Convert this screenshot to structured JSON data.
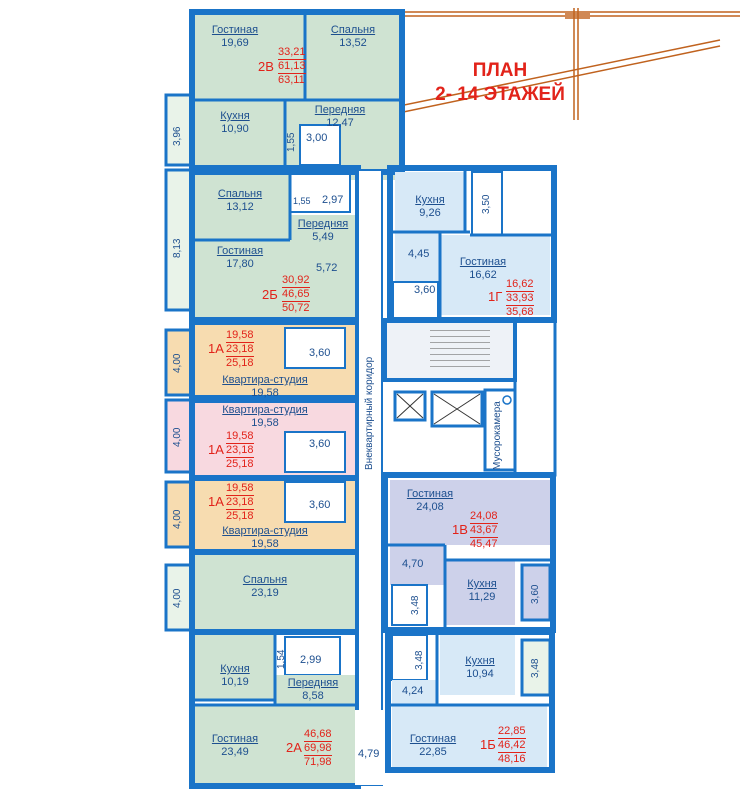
{
  "title": {
    "line1": "ПЛАН",
    "line2": "2- 14 ЭТАЖЕЙ"
  },
  "colors": {
    "wall": "#1a74c8",
    "green_room": "#cfe3d2",
    "beige_room": "#f7dcb0",
    "pink_room": "#f8d9e0",
    "lavender_room": "#cdd1ea",
    "lightblue_room": "#d7e9f7",
    "balcony": "#e9f3e9",
    "corridor": "#ffffff",
    "stair": "#eef2f7",
    "accent_red": "#e2231a",
    "label_blue": "#1d4f8f",
    "hatch": "#c0621e"
  },
  "rooms": {
    "gostinaya_2v": {
      "name": "Гостиная",
      "area": "19,69"
    },
    "spalnya_2v": {
      "name": "Спальня",
      "area": "13,52"
    },
    "kuhnya_2v": {
      "name": "Кухня",
      "area": "10,90"
    },
    "perednyaya_2v": {
      "name": "Передняя",
      "area": "12,47"
    },
    "spalnya_2b": {
      "name": "Спальня",
      "area": "13,12"
    },
    "perednyaya_2b": {
      "name": "Передняя",
      "area": "5,49"
    },
    "gostinaya_2b": {
      "name": "Гостиная",
      "area": "17,80"
    },
    "kuhnya_1g": {
      "name": "Кухня",
      "area": "9,26"
    },
    "gostinaya_1g": {
      "name": "Гостиная",
      "area": "16,62"
    },
    "studio_1": {
      "name": "Квартира-студия",
      "area": "19,58"
    },
    "studio_2": {
      "name": "Квартира-студия",
      "area": "19,58"
    },
    "studio_3": {
      "name": "Квартира-студия",
      "area": "19,58"
    },
    "gostinaya_1v": {
      "name": "Гостиная",
      "area": "24,08"
    },
    "kuhnya_1v": {
      "name": "Кухня",
      "area": "11,29"
    },
    "spalnya_big": {
      "name": "Спальня",
      "area": "23,19"
    },
    "kuhnya_2a": {
      "name": "Кухня",
      "area": "10,19"
    },
    "perednyaya_2a": {
      "name": "Передняя",
      "area": "8,58"
    },
    "gostinaya_2a": {
      "name": "Гостиная",
      "area": "23,49"
    },
    "kuhnya_1b": {
      "name": "Кухня",
      "area": "10,94"
    },
    "gostinaya_1b": {
      "name": "Гостиная",
      "area": "22,85"
    }
  },
  "apartments": {
    "a2v": {
      "code": "2В",
      "living": "33,21",
      "total": "61,13",
      "full": "63,11"
    },
    "a2b": {
      "code": "2Б",
      "living": "30,92",
      "total": "46,65",
      "full": "50,72"
    },
    "a1g": {
      "code": "1Г",
      "living": "16,62",
      "total": "33,93",
      "full": "35,68"
    },
    "a1a_1": {
      "code": "1А",
      "living": "19,58",
      "total": "23,18",
      "full": "25,18"
    },
    "a1a_2": {
      "code": "1А",
      "living": "19,58",
      "total": "23,18",
      "full": "25,18"
    },
    "a1a_3": {
      "code": "1А",
      "living": "19,58",
      "total": "23,18",
      "full": "25,18"
    },
    "a1v": {
      "code": "1В",
      "living": "24,08",
      "total": "43,67",
      "full": "45,47"
    },
    "a2a": {
      "code": "2А",
      "living": "46,68",
      "total": "69,98",
      "full": "71,98"
    },
    "a1b": {
      "code": "1Б",
      "living": "22,85",
      "total": "46,42",
      "full": "48,16"
    }
  },
  "small_areas": {
    "bath_2v": "3,00",
    "wc_2v": "1,55",
    "bath_2b": "2,97",
    "wc_2b": "1,55",
    "hall_2b": "5,72",
    "hall_1g": "4,45",
    "bath_1g": "3,60",
    "bath_studio_1": "3,60",
    "bath_studio_2": "3,60",
    "bath_studio_3": "3,60",
    "hall_1v": "4,70",
    "bath_1v": "3,48",
    "bath_2a": "2,99",
    "wc_2a": "1,54",
    "bath_1b": "3,48",
    "hall_1b": "4,24",
    "tambour": "4,79"
  },
  "balconies": {
    "b1": "3,96",
    "b2": "8,13",
    "b3": "4,00",
    "b4": "4,00",
    "b5": "4,00",
    "b6": "4,00",
    "b7": "3,50",
    "b8": "3,60",
    "b9": "3,48"
  },
  "labels": {
    "corridor": "Внеквартирный коридор",
    "garbage": "Мусорокамера"
  }
}
